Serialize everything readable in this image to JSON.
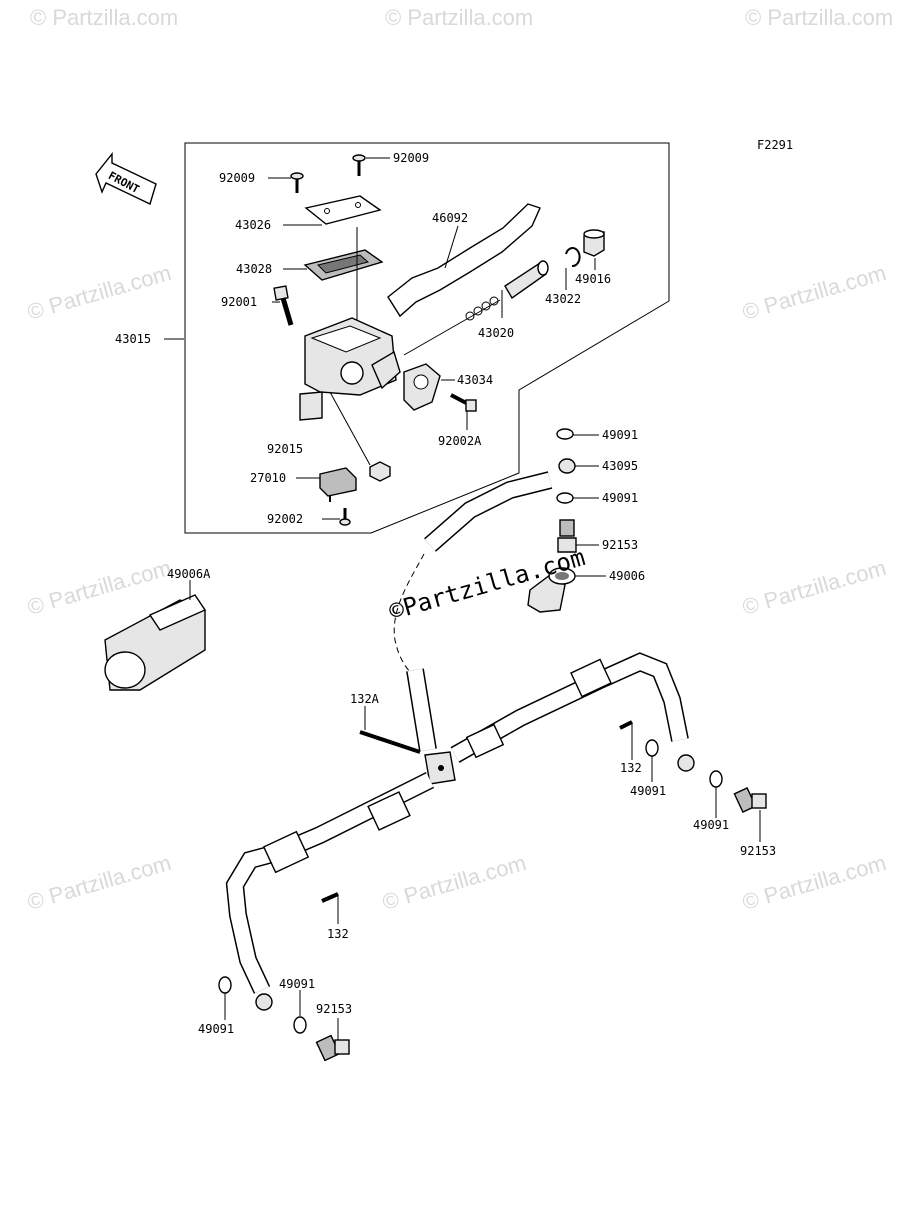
{
  "figure_code": "F2291",
  "front_label": "FRONT",
  "watermark": "© Partzilla.com",
  "center_watermark": "©Partzilla.com",
  "parts": [
    {
      "id": "92009a",
      "number": "92009"
    },
    {
      "id": "92009b",
      "number": "92009"
    },
    {
      "id": "43026",
      "number": "43026"
    },
    {
      "id": "46092",
      "number": "46092"
    },
    {
      "id": "43028",
      "number": "43028"
    },
    {
      "id": "49016",
      "number": "49016"
    },
    {
      "id": "43022",
      "number": "43022"
    },
    {
      "id": "92001",
      "number": "92001"
    },
    {
      "id": "43020",
      "number": "43020"
    },
    {
      "id": "43015",
      "number": "43015"
    },
    {
      "id": "43034",
      "number": "43034"
    },
    {
      "id": "92015",
      "number": "92015"
    },
    {
      "id": "92002A",
      "number": "92002A"
    },
    {
      "id": "49091a",
      "number": "49091"
    },
    {
      "id": "43095",
      "number": "43095"
    },
    {
      "id": "27010",
      "number": "27010"
    },
    {
      "id": "49091b",
      "number": "49091"
    },
    {
      "id": "92002",
      "number": "92002"
    },
    {
      "id": "92153a",
      "number": "92153"
    },
    {
      "id": "49006A",
      "number": "49006A"
    },
    {
      "id": "49006",
      "number": "49006"
    },
    {
      "id": "132A",
      "number": "132A"
    },
    {
      "id": "132a",
      "number": "132"
    },
    {
      "id": "49091c",
      "number": "49091"
    },
    {
      "id": "49091d",
      "number": "49091"
    },
    {
      "id": "92153b",
      "number": "92153"
    },
    {
      "id": "132b",
      "number": "132"
    },
    {
      "id": "49091e",
      "number": "49091"
    },
    {
      "id": "92153c",
      "number": "92153"
    },
    {
      "id": "49091f",
      "number": "49091"
    }
  ]
}
